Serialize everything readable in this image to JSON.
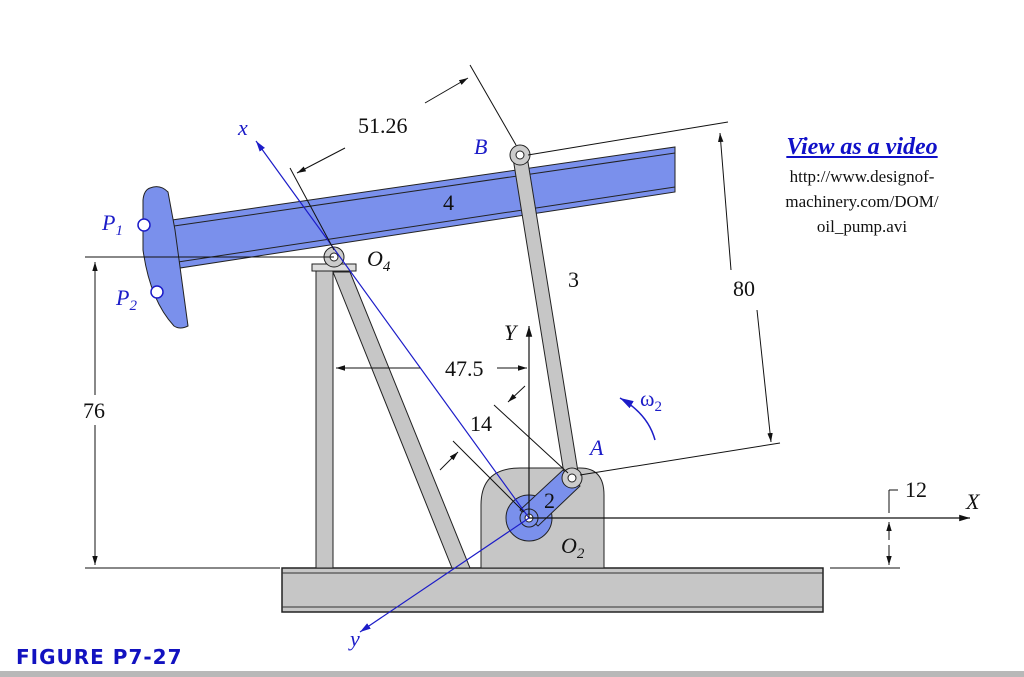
{
  "figure_label": "FIGURE P7-27",
  "video": {
    "link_text": "View as a video",
    "url_lines": [
      "http://www.designof-",
      "machinery.com/DOM/",
      "oil_pump.avi"
    ]
  },
  "labels": {
    "dim_51": "51.26",
    "dim_80": "80",
    "dim_76": "76",
    "dim_47": "47.5",
    "dim_14": "14",
    "dim_12": "12",
    "B": "B",
    "A": "A",
    "x": "x",
    "y": "y",
    "X": "X",
    "Y": "Y",
    "link4": "4",
    "link3": "3",
    "link2": "2",
    "P": "P",
    "P1_sub": "1",
    "P2_sub": "2",
    "O": "O",
    "O4_sub": "4",
    "O2_sub": "2",
    "omega": "ω",
    "omega_sub": "2"
  },
  "colors": {
    "link_blue": "#7a90ec",
    "axis_blue": "#1c1cc8",
    "frame_gray": "#c6c6c6"
  }
}
